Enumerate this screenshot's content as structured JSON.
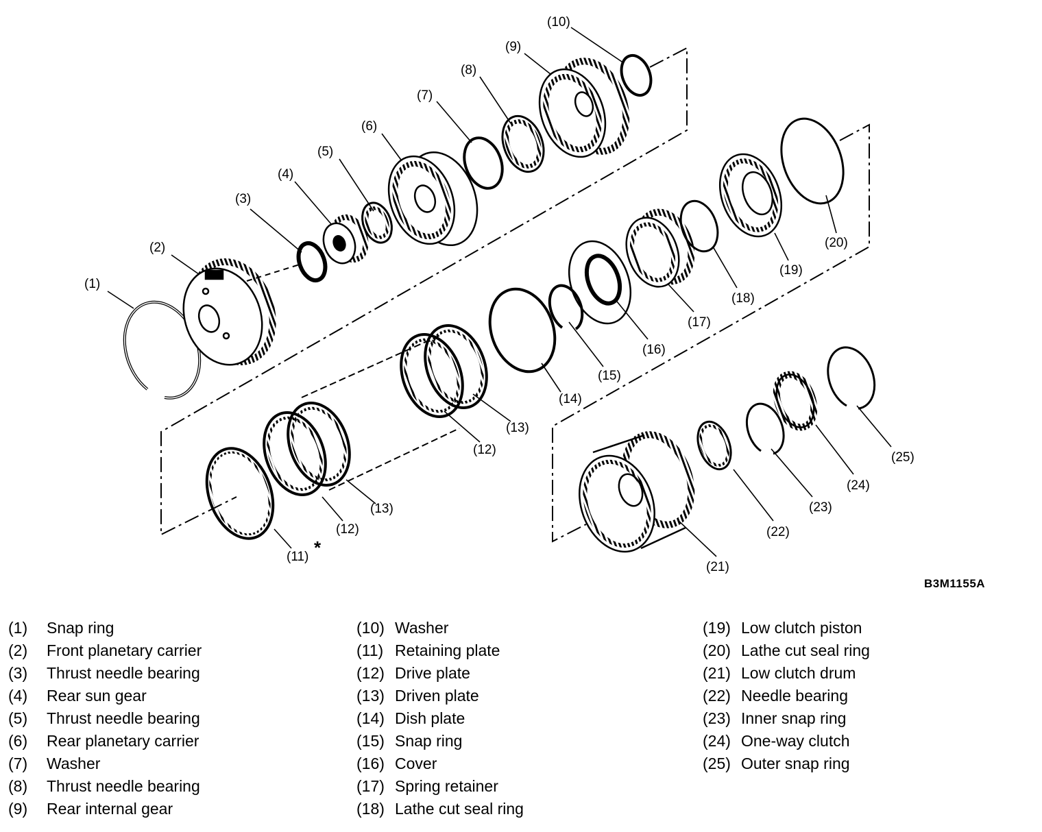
{
  "callouts": [
    "(1)",
    "(2)",
    "(3)",
    "(4)",
    "(5)",
    "(6)",
    "(7)",
    "(8)",
    "(9)",
    "(10)",
    "(11)",
    "(12)",
    "(13)",
    "(14)",
    "(15)",
    "(16)",
    "(17)",
    "(18)",
    "(19)",
    "(20)",
    "(21)",
    "(22)",
    "(23)",
    "(24)",
    "(25)"
  ],
  "callout_12_second": "(12)",
  "callout_13_second": "(13)",
  "asterisk": "*",
  "figure_code": "B3M1155A",
  "legend": [
    {
      "num": "(1)",
      "label": "Snap ring"
    },
    {
      "num": "(2)",
      "label": "Front planetary carrier"
    },
    {
      "num": "(3)",
      "label": "Thrust needle bearing"
    },
    {
      "num": "(4)",
      "label": "Rear sun gear"
    },
    {
      "num": "(5)",
      "label": "Thrust needle bearing"
    },
    {
      "num": "(6)",
      "label": "Rear planetary carrier"
    },
    {
      "num": "(7)",
      "label": "Washer"
    },
    {
      "num": "(8)",
      "label": "Thrust needle bearing"
    },
    {
      "num": "(9)",
      "label": "Rear internal gear"
    },
    {
      "num": "(10)",
      "label": "Washer"
    },
    {
      "num": "(11)",
      "label": "Retaining plate"
    },
    {
      "num": "(12)",
      "label": "Drive plate"
    },
    {
      "num": "(13)",
      "label": "Driven plate"
    },
    {
      "num": "(14)",
      "label": "Dish plate"
    },
    {
      "num": "(15)",
      "label": "Snap ring"
    },
    {
      "num": "(16)",
      "label": "Cover"
    },
    {
      "num": "(17)",
      "label": "Spring retainer"
    },
    {
      "num": "(18)",
      "label": "Lathe cut seal ring"
    },
    {
      "num": "(19)",
      "label": "Low clutch piston"
    },
    {
      "num": "(20)",
      "label": "Lathe cut seal ring"
    },
    {
      "num": "(21)",
      "label": "Low clutch drum"
    },
    {
      "num": "(22)",
      "label": "Needle bearing"
    },
    {
      "num": "(23)",
      "label": "Inner snap ring"
    },
    {
      "num": "(24)",
      "label": "One-way clutch"
    },
    {
      "num": "(25)",
      "label": "Outer snap ring"
    }
  ]
}
